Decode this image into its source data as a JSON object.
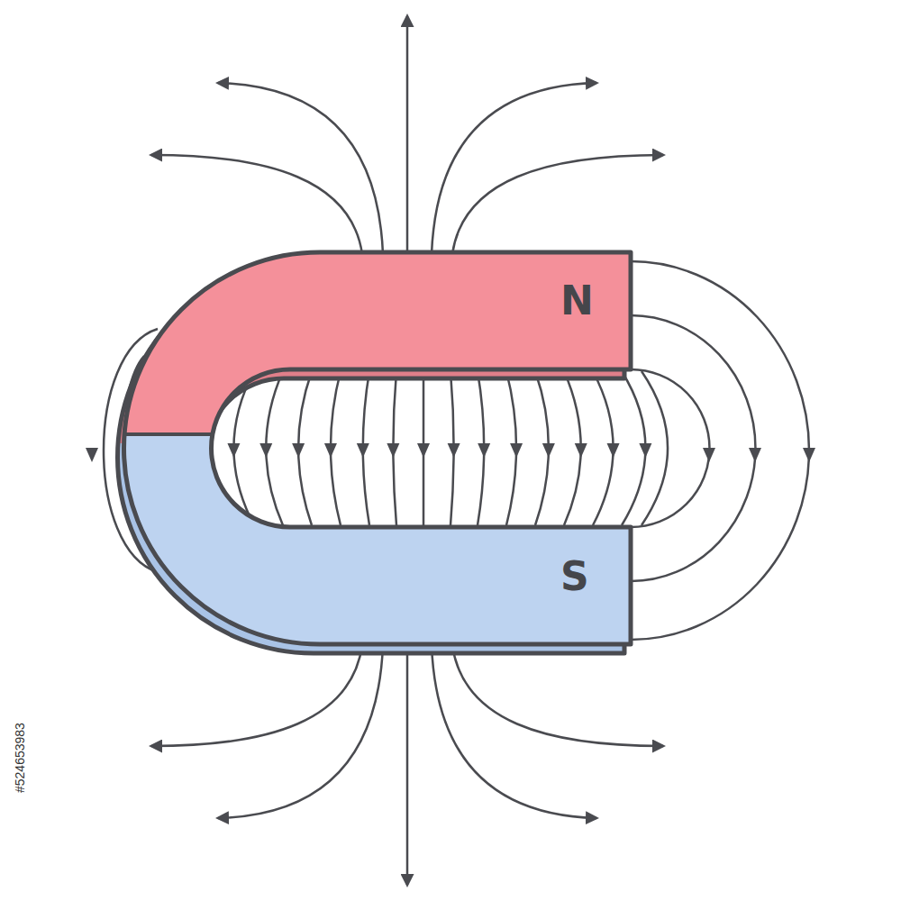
{
  "diagram": {
    "labels": [
      "N",
      "S",
      "#524653983"
    ]
  }
}
